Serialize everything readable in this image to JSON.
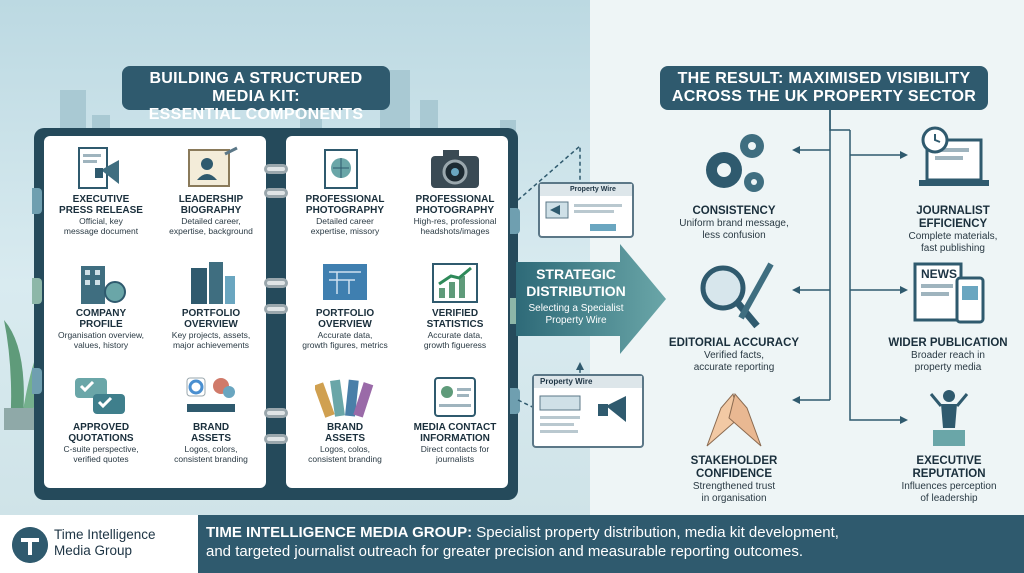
{
  "left_title": {
    "line1": "BUILDING A STRUCTURED MEDIA KIT:",
    "line2": "ESSENTIAL COMPONENTS"
  },
  "right_title": {
    "line1": "THE RESULT: MAXIMISED VISIBILITY",
    "line2": "ACROSS THE UK PROPERTY SECTOR"
  },
  "kit": [
    {
      "title": "EXECUTIVE\nPRESS RELEASE",
      "desc": "Official, key\nmessage document",
      "icon": "megaphone-document-icon"
    },
    {
      "title": "LEADERSHIP\nBIOGRAPHY",
      "desc": "Detailed career,\nexpertise, background",
      "icon": "biography-scroll-icon"
    },
    {
      "title": "PROFESSIONAL\nPHOTOGRAPHY",
      "desc": "Detailed career\nexpertise, missory",
      "icon": "photo-document-icon"
    },
    {
      "title": "PROFESSIONAL\nPHOTOGRAPHY",
      "desc": "High-res, professional\nheadshots/images",
      "icon": "camera-icon"
    },
    {
      "title": "COMPANY\nPROFILE",
      "desc": "Organisation overview,\nvalues, history",
      "icon": "company-building-icon"
    },
    {
      "title": "PORTFOLIO\nOVERVIEW",
      "desc": "Key projects, assets,\nmajor achievements",
      "icon": "portfolio-buildings-icon"
    },
    {
      "title": "PORTFOLIO\nOVERVIEW",
      "desc": "Accurate data,\ngrowth figures, metrics",
      "icon": "blueprint-icon"
    },
    {
      "title": "VERIFIED\nSTATISTICS",
      "desc": "Accurate data,\ngrowth figueress",
      "icon": "growth-chart-icon"
    },
    {
      "title": "APPROVED\nQUOTATIONS",
      "desc": "C-suite perspective,\nverified quotes",
      "icon": "speech-bubbles-icon"
    },
    {
      "title": "BRAND\nASSETS",
      "desc": "Logos, colors,\nconsistent branding",
      "icon": "brand-logos-icon"
    },
    {
      "title": "BRAND\nASSETS",
      "desc": "Logos, colos,\nconsistent branding",
      "icon": "color-swatches-icon"
    },
    {
      "title": "MEDIA CONTACT\nINFORMATION",
      "desc": "Direct contacts for\njournalists",
      "icon": "contact-card-icon"
    }
  ],
  "distribution": {
    "title": "STRATEGIC\nDISTRIBUTION",
    "subtitle": "Selecting a Specialist\nProperty Wire",
    "card_top_label": "Property Wire",
    "card_bottom_label": "Property Wire"
  },
  "results_left": [
    {
      "title": "CONSISTENCY",
      "desc": "Uniform brand message,\nless confusion",
      "icon": "gears-icon"
    },
    {
      "title": "EDITORIAL ACCURACY",
      "desc": "Verified facts,\naccurate reporting",
      "icon": "magnifier-pen-icon"
    },
    {
      "title": "STAKEHOLDER\nCONFIDENCE",
      "desc": "Strengthened trust\nin organisation",
      "icon": "handshake-icon"
    }
  ],
  "results_right": [
    {
      "title": "JOURNALIST\nEFFICIENCY",
      "desc": "Complete materials,\nfast publishing",
      "icon": "clock-laptop-icon"
    },
    {
      "title": "WIDER PUBLICATION",
      "desc": "Broader reach in\nproperty media",
      "icon": "news-icon",
      "badge": "NEWS"
    },
    {
      "title": "EXECUTIVE\nREPUTATION",
      "desc": "Influences perception\nof leadership",
      "icon": "executive-podium-icon"
    }
  ],
  "footer": {
    "logo_line1": "Time Intelligence",
    "logo_line2": "Media Group",
    "bold": "TIME INTELLIGENCE MEDIA GROUP:",
    "text1": " Specialist property distribution, media kit development,",
    "text2": "and targeted journalist outreach for greater precision and measurable reporting outcomes."
  },
  "colors": {
    "navy": "#2f5a6e",
    "teal": "#3f7f8c",
    "arrow_dark": "#2e6a78",
    "arrow_light": "#6aa6a8"
  }
}
